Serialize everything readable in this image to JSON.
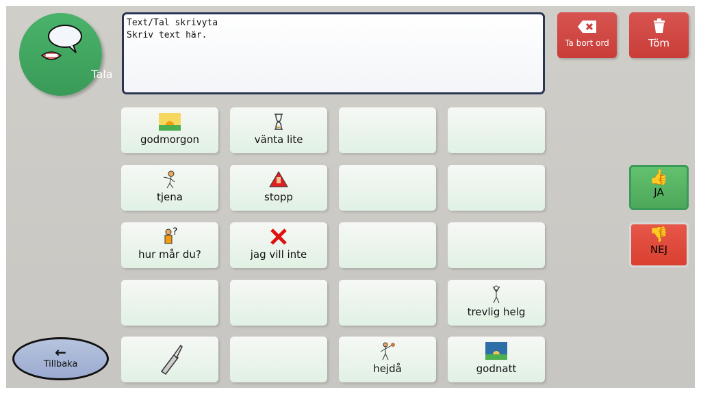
{
  "speak_button": {
    "label": "Tala"
  },
  "text_area": {
    "title": "Text/Tal skrivyta",
    "value": "Skriv text här."
  },
  "delete_word_button": {
    "label": "Ta bort ord"
  },
  "clear_button": {
    "label": "Töm"
  },
  "yes_button": {
    "label": "JA"
  },
  "no_button": {
    "label": "NEJ"
  },
  "back_button": {
    "label": "Tillbaka"
  },
  "grid": [
    {
      "label": "godmorgon",
      "icon": "sunrise-icon"
    },
    {
      "label": "vänta lite",
      "icon": "hourglass-icon"
    },
    {
      "label": "",
      "icon": ""
    },
    {
      "label": "",
      "icon": ""
    },
    {
      "label": "tjena",
      "icon": "wave-hello-icon"
    },
    {
      "label": "stopp",
      "icon": "stop-sign-icon"
    },
    {
      "label": "",
      "icon": ""
    },
    {
      "label": "",
      "icon": ""
    },
    {
      "label": "hur mår du?",
      "icon": "question-person-icon"
    },
    {
      "label": "jag vill inte",
      "icon": "red-x-icon"
    },
    {
      "label": "",
      "icon": ""
    },
    {
      "label": "",
      "icon": ""
    },
    {
      "label": "",
      "icon": ""
    },
    {
      "label": "",
      "icon": ""
    },
    {
      "label": "",
      "icon": ""
    },
    {
      "label": "trevlig helg",
      "icon": "person-icon"
    },
    {
      "label": "",
      "icon": "nasal-spray-icon"
    },
    {
      "label": "",
      "icon": ""
    },
    {
      "label": "hejdå",
      "icon": "wave-bye-icon"
    },
    {
      "label": "godnatt",
      "icon": "sunset-icon"
    }
  ]
}
